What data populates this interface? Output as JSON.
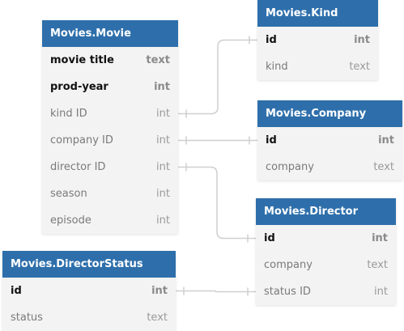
{
  "colors": {
    "header": "#2e6fab",
    "body": "#f3f3f3",
    "edge": "#cfcfcf"
  },
  "tables": [
    {
      "id": "movie",
      "name": "Movies.Movie",
      "fields": [
        {
          "name": "movie title",
          "type": "text",
          "key": true
        },
        {
          "name": "prod-year",
          "type": "int",
          "key": true
        },
        {
          "name": "kind ID",
          "type": "int",
          "key": false
        },
        {
          "name": "company ID",
          "type": "int",
          "key": false
        },
        {
          "name": "director ID",
          "type": "int",
          "key": false
        },
        {
          "name": "season",
          "type": "int",
          "key": false
        },
        {
          "name": "episode",
          "type": "int",
          "key": false
        }
      ]
    },
    {
      "id": "kind",
      "name": "Movies.Kind",
      "fields": [
        {
          "name": "id",
          "type": "int",
          "key": true
        },
        {
          "name": "kind",
          "type": "text",
          "key": false
        }
      ]
    },
    {
      "id": "company",
      "name": "Movies.Company",
      "fields": [
        {
          "name": "id",
          "type": "int",
          "key": true
        },
        {
          "name": "company",
          "type": "text",
          "key": false
        }
      ]
    },
    {
      "id": "director",
      "name": "Movies.Director",
      "fields": [
        {
          "name": "id",
          "type": "int",
          "key": true
        },
        {
          "name": "company",
          "type": "text",
          "key": false
        },
        {
          "name": "status ID",
          "type": "int",
          "key": false
        }
      ]
    },
    {
      "id": "directorstatus",
      "name": "Movies.DirectorStatus",
      "fields": [
        {
          "name": "id",
          "type": "int",
          "key": true
        },
        {
          "name": "status",
          "type": "text",
          "key": false
        }
      ]
    }
  ],
  "relations": [
    {
      "from": "movie.kind ID",
      "to": "kind.id"
    },
    {
      "from": "movie.company ID",
      "to": "company.id"
    },
    {
      "from": "movie.director ID",
      "to": "director.id"
    },
    {
      "from": "directorstatus.id",
      "to": "director.status ID"
    }
  ]
}
